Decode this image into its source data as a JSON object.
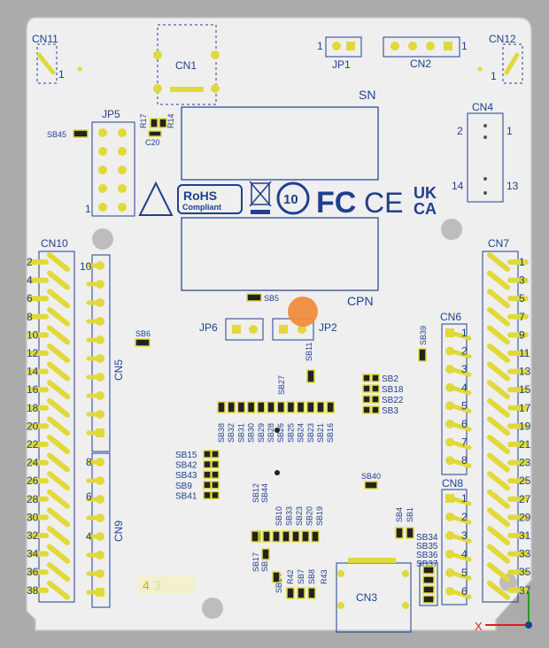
{
  "board": {
    "silkscreen_color": "#1f3f8f",
    "board_color": "#efefef",
    "pad_color": "#e0d93a",
    "labels": {
      "cn11": "CN11",
      "cn12": "CN12",
      "cn1": "CN1",
      "cn2": "CN2",
      "jp1": "JP1",
      "jp5": "JP5",
      "cn4": "CN4",
      "sn": "SN",
      "cpn": "CPN",
      "cn10": "CN10",
      "cn7": "CN7",
      "cn5": "CN5",
      "cn6": "CN6",
      "cn8": "CN8",
      "cn9": "CN9",
      "cn3": "CN3",
      "jp6": "JP6",
      "jp2": "JP2",
      "sb45": "SB45",
      "sb5": "SB5",
      "sb6": "SB6",
      "sb39": "SB39",
      "sb11": "SB11",
      "sb27": "SB27",
      "sb40": "SB40",
      "r17": "R17",
      "r14": "R14",
      "c20": "C20",
      "r42": "R42",
      "sb7": "SB7",
      "sb8": "SB8",
      "r43": "R43",
      "sb14": "SB14",
      "sb13": "SB13",
      "sb17": "SB17",
      "sb12": "SB12",
      "sb44": "SB44",
      "sb4": "SB4",
      "sb1": "SB1",
      "one": "1",
      "two": "2",
      "thirteen": "13",
      "fourteen": "14",
      "ten": "10",
      "eight": "8",
      "six": "6",
      "four": "4",
      "four_box": "4",
      "three_box": "3"
    },
    "sb_column_lower": [
      "SB38",
      "SB32",
      "SB31",
      "SB30",
      "SB29",
      "SB28",
      "SB26",
      "SB25",
      "SB24",
      "SB23",
      "SB21",
      "SB16"
    ],
    "sb_column_mid": [
      "SB10",
      "SB33",
      "SB23",
      "SB20",
      "SB19"
    ],
    "sb_right_stack": [
      "SB2",
      "SB18",
      "SB22",
      "SB3"
    ],
    "sb_left_stack": [
      "SB15",
      "SB42",
      "SB43",
      "SB9",
      "SB41"
    ],
    "sb_bottom_right": [
      "SB34",
      "SB35",
      "SB36",
      "SB37"
    ],
    "cn10_numbers": [
      "2",
      "4",
      "6",
      "8",
      "10",
      "12",
      "14",
      "16",
      "18",
      "20",
      "22",
      "24",
      "26",
      "28",
      "30",
      "32",
      "34",
      "36",
      "38"
    ],
    "cn7_numbers": [
      "1",
      "3",
      "5",
      "7",
      "9",
      "11",
      "13",
      "15",
      "17",
      "19",
      "21",
      "23",
      "25",
      "27",
      "29",
      "31",
      "33",
      "35",
      "37"
    ],
    "cn6_numbers": [
      "1",
      "2",
      "3",
      "4",
      "5",
      "6",
      "7",
      "8"
    ],
    "cn8_numbers": [
      "1",
      "2",
      "3",
      "4",
      "5",
      "6"
    ],
    "cert_text": {
      "rohs": "RoHS",
      "compliant": "Compliant",
      "ten": "10",
      "fc": "FC",
      "ce": "CE",
      "uk": "UK",
      "ca": "CA"
    },
    "axis": {
      "x": "X"
    }
  }
}
